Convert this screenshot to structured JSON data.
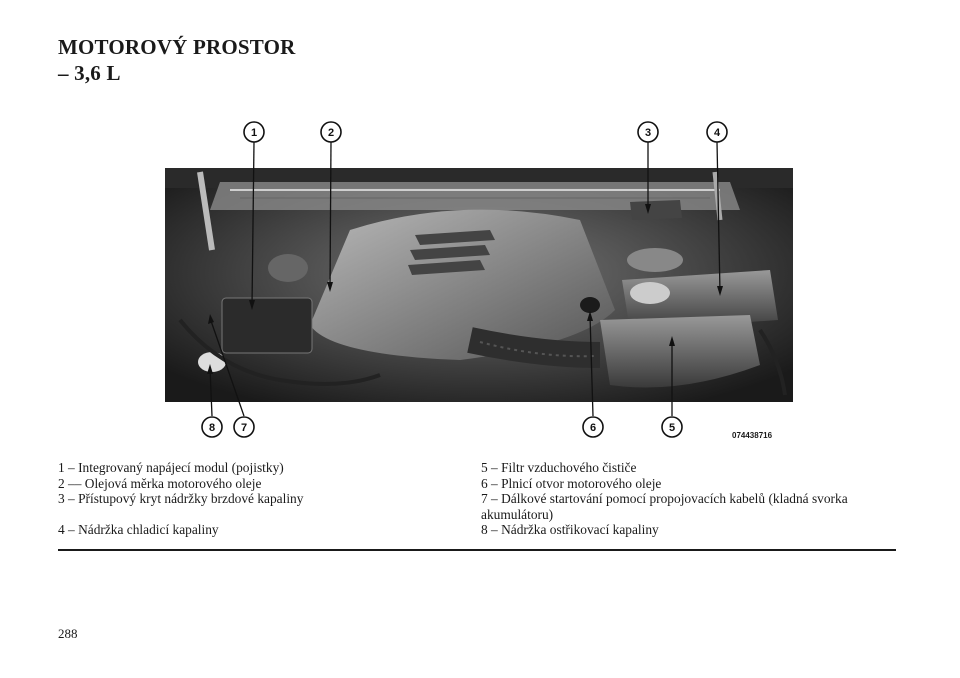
{
  "heading": {
    "line1": "MOTOROVÝ PROSTOR",
    "line2": "– 3,6 L"
  },
  "figure": {
    "photo_id": "074438716",
    "callouts": [
      "1",
      "2",
      "3",
      "4",
      "5",
      "6",
      "7",
      "8"
    ]
  },
  "legend": {
    "left": [
      "1 – Integrovaný napájecí modul (pojistky)",
      "2 –– Olejová měrka motorového oleje",
      "3 – Přístupový kryt nádržky brzdové kapaliny",
      "4 – Nádržka chladicí kapaliny"
    ],
    "right": [
      "5 – Filtr vzduchového čističe",
      "6 – Plnicí otvor motorového oleje",
      "7 – Dálkové startování pomocí propojovacích kabelů (kladná svorka akumulátoru)",
      "8 – Nádržka ostřikovací kapaliny"
    ]
  },
  "page_number": "288"
}
